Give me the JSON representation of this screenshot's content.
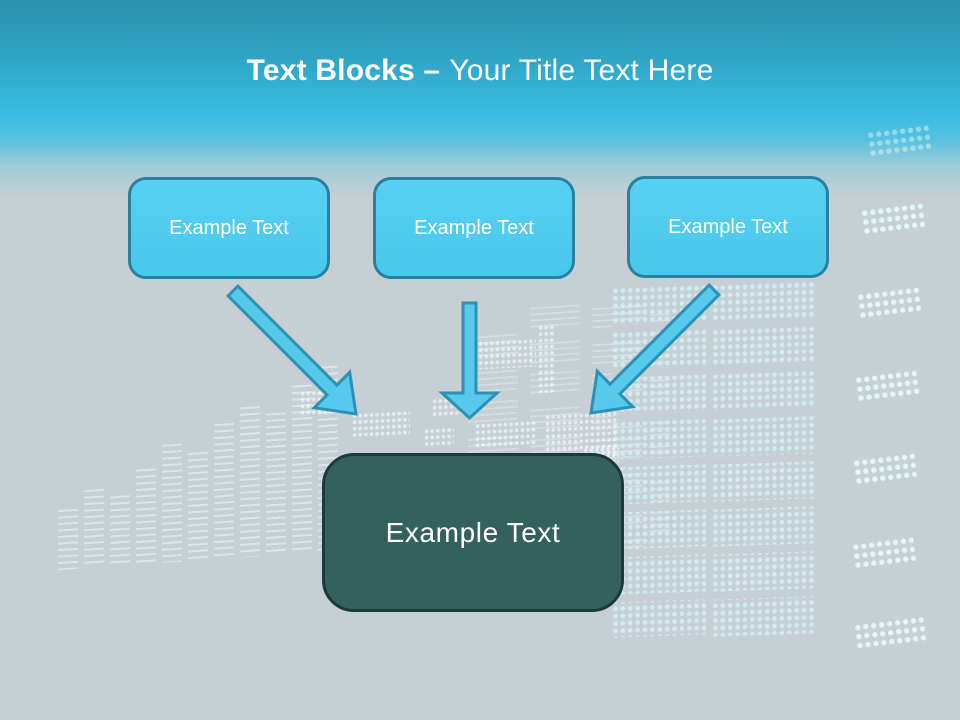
{
  "title": {
    "bold": "Text Blocks –",
    "regular": "Your Title Text Here"
  },
  "blocks": {
    "top": [
      {
        "label": "Example Text"
      },
      {
        "label": "Example Text"
      },
      {
        "label": "Example Text"
      }
    ],
    "result": {
      "label": "Example Text"
    }
  },
  "icons": {
    "arrow_1": "arrow-down-right",
    "arrow_2": "arrow-down",
    "arrow_3": "arrow-down-left"
  },
  "colors": {
    "header_top": "#2E92AB",
    "header_cyan": "#39BDE2",
    "background": "#C6CFD3",
    "block_fill": "#4FCBEF",
    "block_border": "#29809F",
    "result_fill": "#34605D",
    "result_border": "#1D3938",
    "arrow_fill": "#57C9EC",
    "arrow_border": "#2D91B5",
    "title_text": "#FFFFFF",
    "led_dot": "#D0ECF2"
  }
}
